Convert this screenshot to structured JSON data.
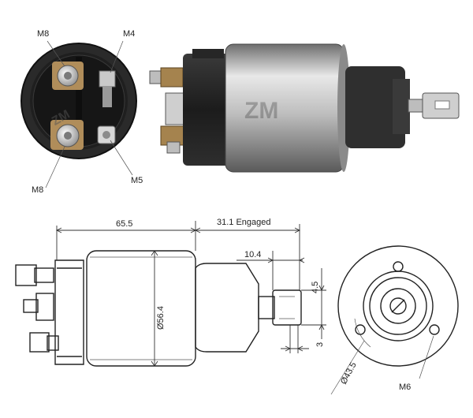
{
  "end_view_labels": {
    "top_left_stud": "M8",
    "top_right_stud": "M4",
    "bottom_left_stud": "M8",
    "bottom_right_stud": "M5"
  },
  "dimensions": {
    "body_length": "65.5",
    "stroke": "31.1 Engaged",
    "plunger_offset": "10.4",
    "slot_width": "4.5",
    "plunger_thickness": "3",
    "body_diameter": "Ø56.4",
    "mount_pcd": "Ø43.5",
    "mount_thread": "M6"
  },
  "colors": {
    "body_dark": "#2b2b2b",
    "body_silver": "#b9b9b9",
    "copper": "#8a6a3a",
    "line": "#222222"
  }
}
